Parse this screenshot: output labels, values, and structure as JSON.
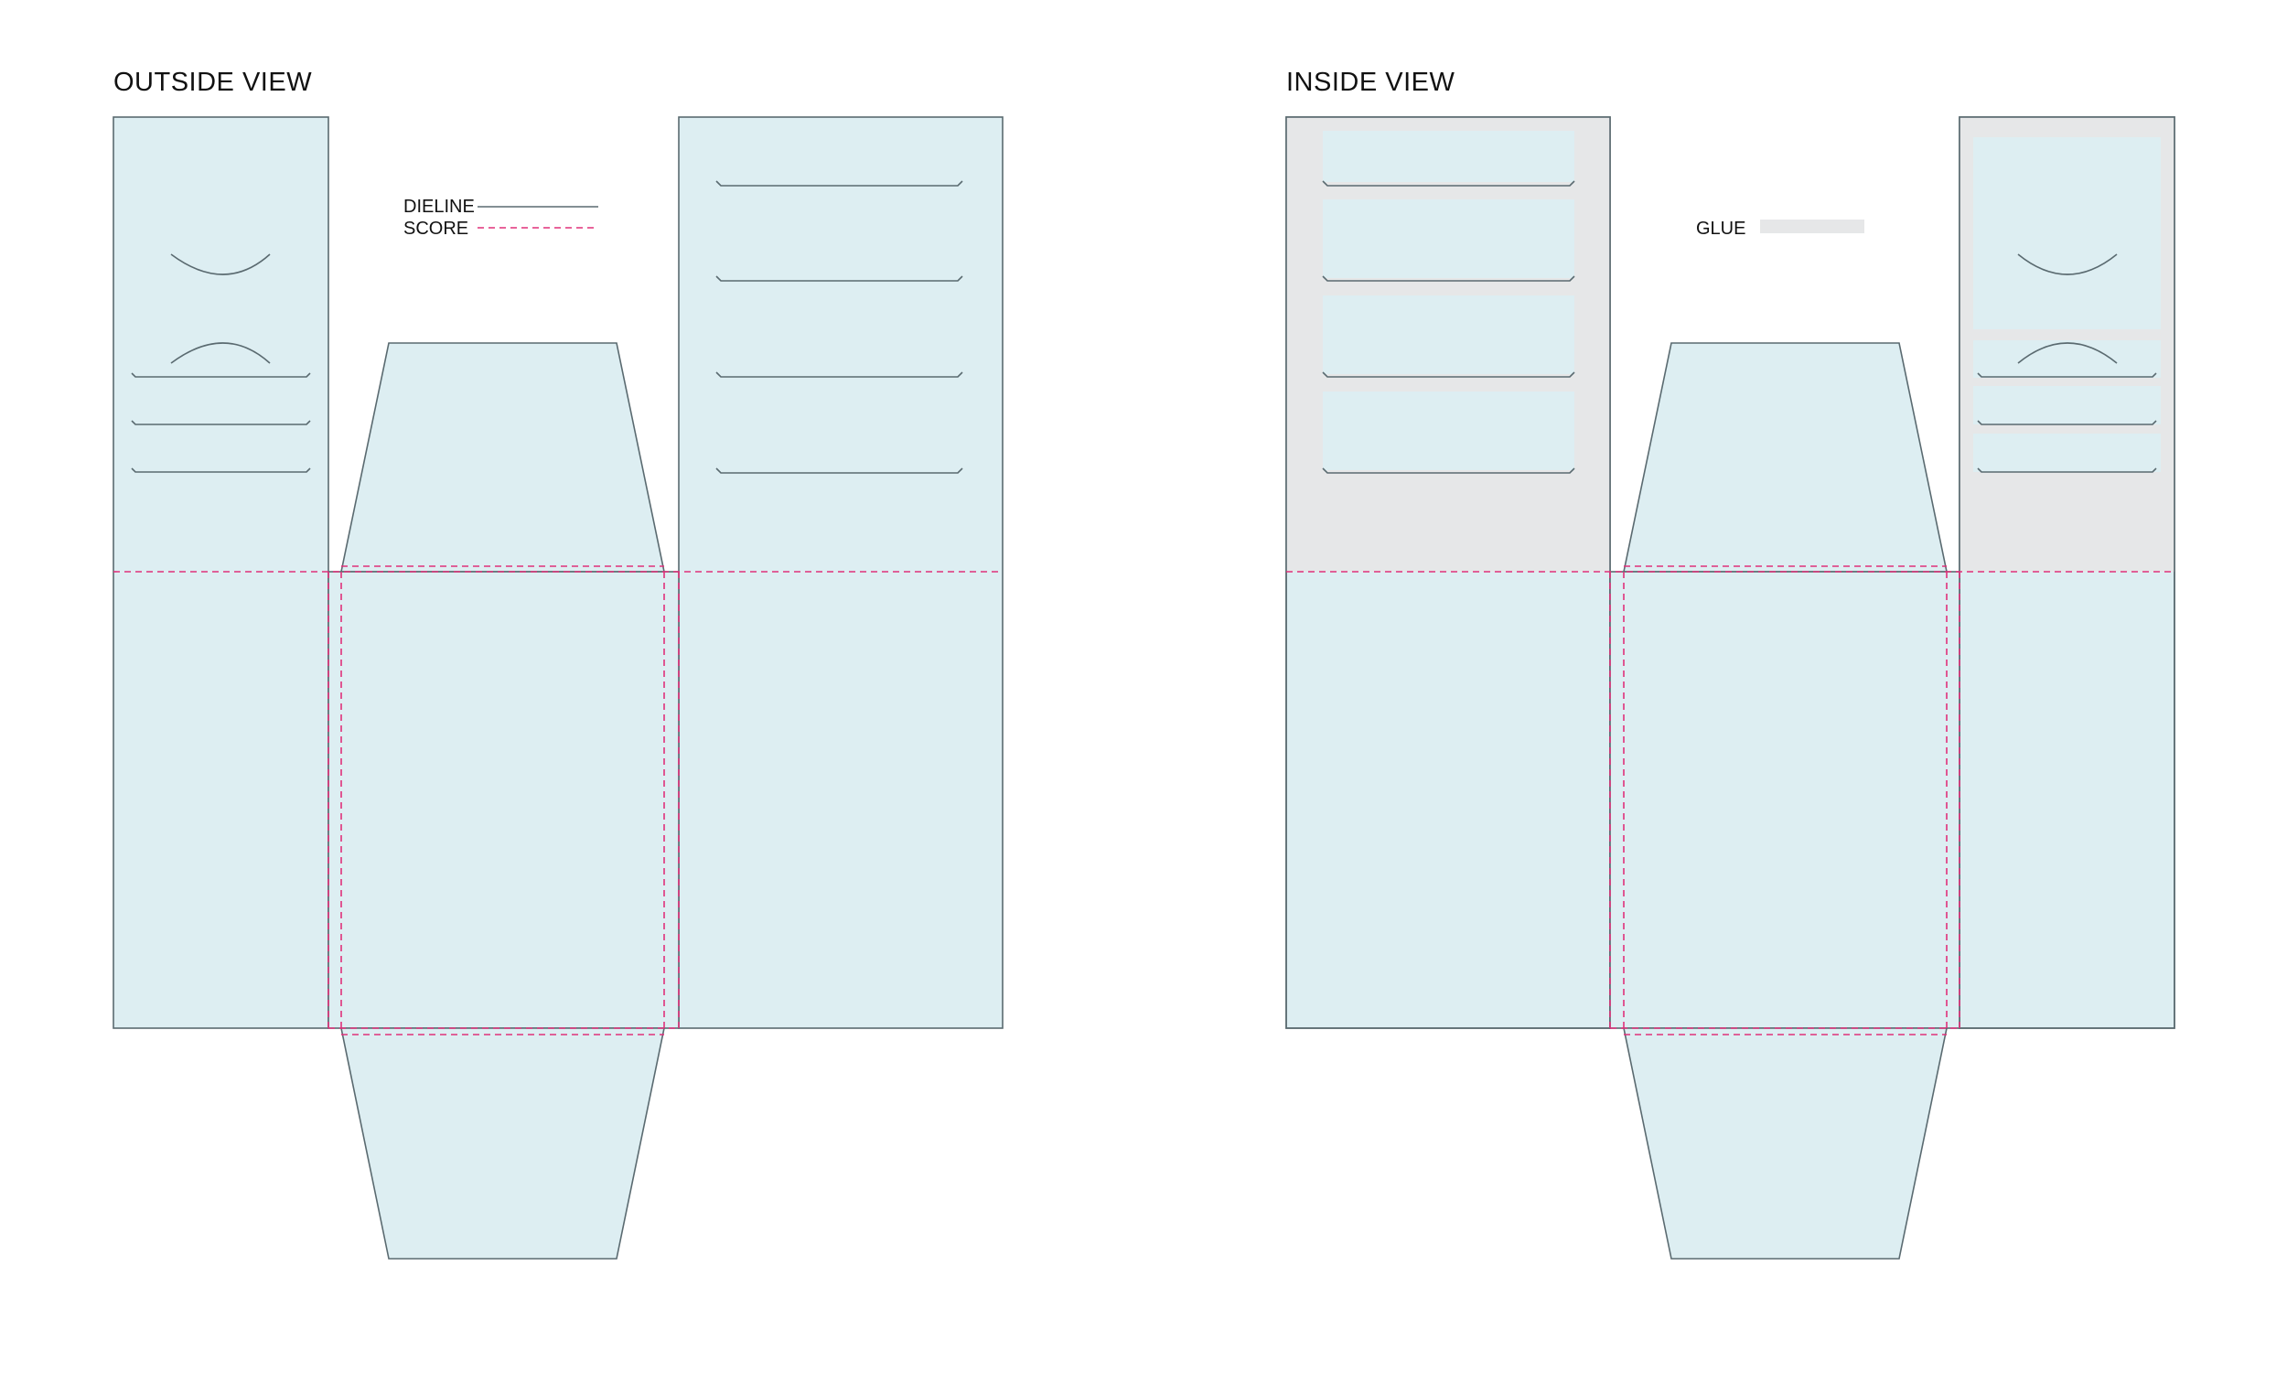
{
  "outside_view": {
    "title": "OUTSIDE VIEW",
    "legend": {
      "dieline_label": "DIELINE",
      "score_label": "SCORE"
    }
  },
  "inside_view": {
    "title": "INSIDE VIEW",
    "legend": {
      "glue_label": "GLUE"
    }
  },
  "colors": {
    "panel_fill": "#ddeef2",
    "dieline": "#5a6a70",
    "score": "#e0307a",
    "glue": "#e6e7e8",
    "text": "#111111"
  }
}
